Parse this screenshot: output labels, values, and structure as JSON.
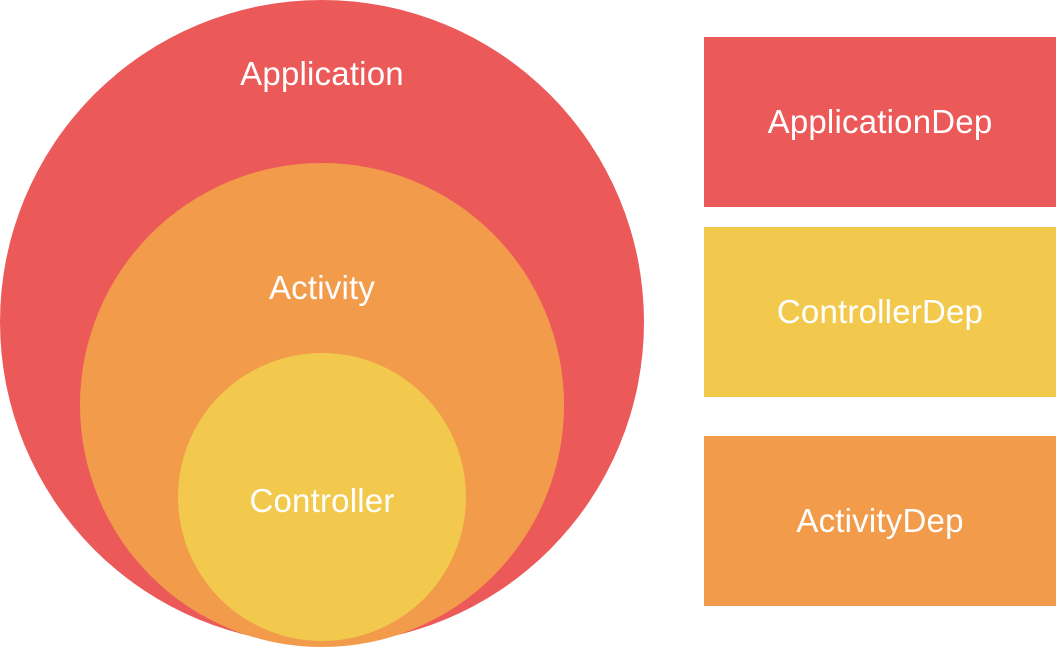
{
  "colors": {
    "application": "#ec5959",
    "activity": "#f29b4b",
    "controller": "#f2c94c",
    "text": "#ffffff"
  },
  "scopes": {
    "application": "Application",
    "activity": "Activity",
    "controller": "Controller"
  },
  "deps": {
    "application": "ApplicationDep",
    "controller": "ControllerDep",
    "activity": "ActivityDep"
  }
}
